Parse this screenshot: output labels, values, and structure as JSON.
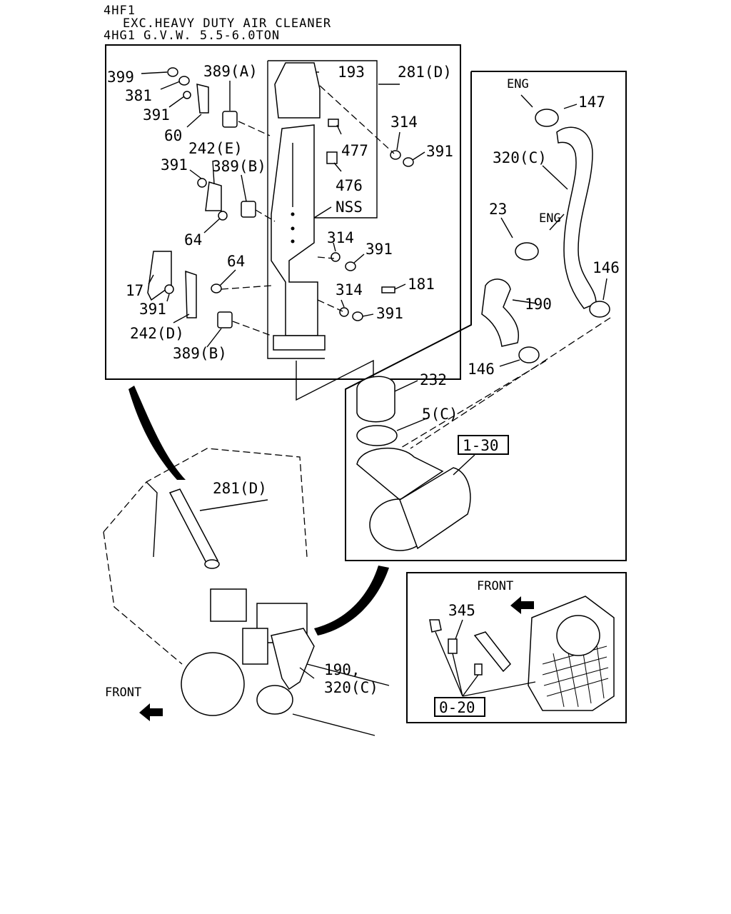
{
  "header": {
    "line1": "4HF1",
    "line2": "EXC.HEAVY DUTY AIR CLEANER",
    "line3": "4HG1 G.V.W. 5.5-6.0TON"
  },
  "left_panel": {
    "labels": {
      "p399": "399",
      "p381": "381",
      "p391a": "391",
      "p60": "60",
      "p389a": "389(A)",
      "p193": "193",
      "p281d": "281(D)",
      "p314a": "314",
      "p391b": "391",
      "p477": "477",
      "p476": "476",
      "p242e": "242(E)",
      "p391c": "391",
      "p389b1": "389(B)",
      "pNSS": "NSS",
      "p64a": "64",
      "p314b": "314",
      "p391d": "391",
      "p181": "181",
      "p17": "17",
      "p64b": "64",
      "p391e": "391",
      "p314c": "314",
      "p391f": "391",
      "p242d": "242(D)",
      "p389b2": "389(B)"
    }
  },
  "right_panel": {
    "labels": {
      "eng1": "ENG",
      "p147": "147",
      "p320c": "320(C)",
      "p23": "23",
      "eng2": "ENG",
      "p146a": "146",
      "p190": "190",
      "p146b": "146",
      "p232": "232",
      "p5c": "5(C)",
      "ref130": "1-30"
    }
  },
  "truck_view": {
    "labels": {
      "p281d": "281(D)",
      "p190": "190,",
      "p320c": "320(C)",
      "front": "FRONT"
    }
  },
  "inset_panel": {
    "labels": {
      "front": "FRONT",
      "p345": "345",
      "ref020": "0-20"
    }
  }
}
